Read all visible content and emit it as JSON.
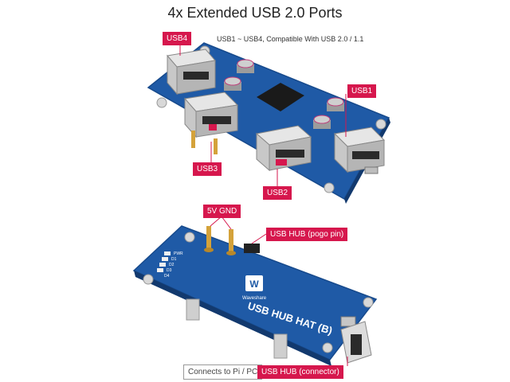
{
  "title": "4x Extended USB 2.0 Ports",
  "subtitle": "USB1 ~ USB4, Compatible With USB 2.0 / 1.1",
  "labels": {
    "usb4": "USB4",
    "usb1": "USB1",
    "usb3": "USB3",
    "usb2": "USB2",
    "power": "5V GND",
    "pogo": "USB HUB (pogo pin)",
    "connects": "Connects to Pi / PC",
    "connector": "USB HUB (connector)"
  },
  "board": {
    "name": "USB HUB HAT (B)",
    "brand": "Waveshare",
    "leds": [
      "PWR",
      "D1",
      "D2",
      "D3",
      "D4"
    ]
  },
  "colors": {
    "pcb": "#1f5aa6",
    "accent": "#d6174d"
  }
}
